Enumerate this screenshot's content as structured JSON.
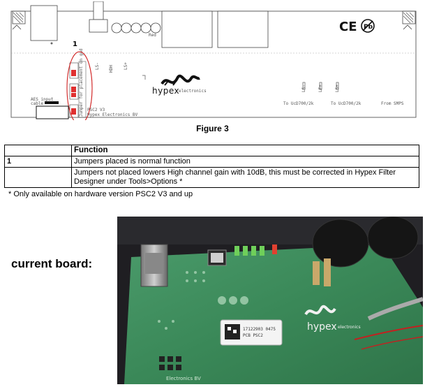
{
  "figure": {
    "callout_number": "1",
    "silkscreen": {
      "aes_input_1": "AES input",
      "aes_input_2": "cable",
      "pcb_version": "PSC2 V3",
      "maker": "Hypex Electronics BV",
      "brand": "hypex",
      "brand_sub": "electronics",
      "ls_left": "LS-",
      "hdh": "HDH",
      "ls_right": "LS+",
      "to_ucd_1": "To UcD700/2k",
      "to_ucd_2": "To UcD700/2k",
      "from_smps": "From SMPS",
      "jumper_note": "Jumper for placement on gnd",
      "marks_right": [
        "LS-",
        "LF+",
        "LS+"
      ],
      "marks_top": "Red",
      "ce_mark": "CE",
      "pb_mark": "Pb"
    }
  },
  "caption": "Figure 3",
  "table": {
    "header": {
      "col1": "",
      "col2": "Function"
    },
    "rows": [
      {
        "num": "1",
        "text": "Jumpers placed is normal function"
      },
      {
        "num": "",
        "text": "Jumpers not placed lowers High channel gain with 10dB, this must be corrected in Hypex Filter Designer under Tools>Options *"
      }
    ]
  },
  "footnote": "* Only available on hardware version PSC2 V3 and up",
  "photo": {
    "label": "current board:",
    "brand": "hypex",
    "brand_sub": "electronics",
    "sticker_line1": "17122903 0475",
    "sticker_line2": "PCB PSC2",
    "maker": "Electronics BV"
  },
  "colors": {
    "pcb_outline": "#555555",
    "jumper_red": "#e03030",
    "highlight_ellipse": "#d02020",
    "board_green": "#3f8f60",
    "board_dark": "#1f1e22",
    "led_green": "#6fcf5a",
    "led_red": "#e04030"
  }
}
